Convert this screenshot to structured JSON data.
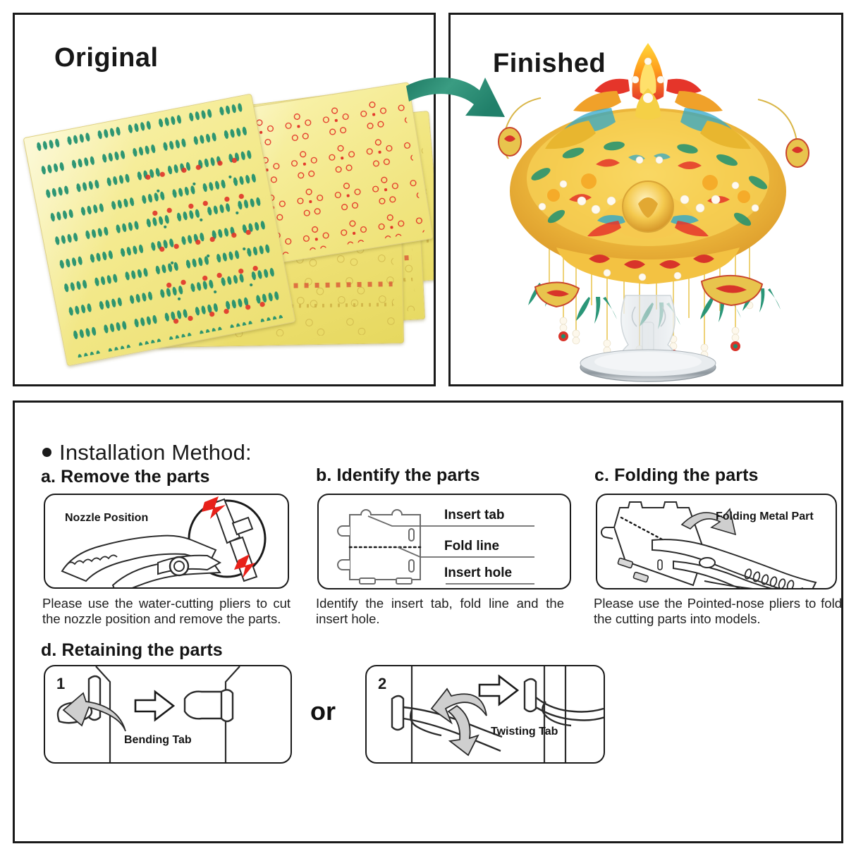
{
  "panels": {
    "original": {
      "title": "Original"
    },
    "finished": {
      "title": "Finished"
    }
  },
  "arrow": {
    "name": "transition-arrow",
    "color": "#2e8b72"
  },
  "instructions": {
    "heading": "Installation Method:",
    "steps": [
      {
        "id": "a",
        "title": "a. Remove the parts",
        "diagram_label": "Nozzle Position",
        "caption": "Please use the water-cutting pliers to cut the nozzle position and remove the parts."
      },
      {
        "id": "b",
        "title": "b. Identify the parts",
        "labels": [
          "Insert tab",
          "Fold line",
          "Insert hole"
        ],
        "caption": "Identify the insert tab, fold line and the insert hole."
      },
      {
        "id": "c",
        "title": "c. Folding the parts",
        "diagram_label": "Folding Metal Part",
        "caption": "Please use the Pointed-nose pliers to fold the cutting parts into models."
      },
      {
        "id": "d",
        "title": "d. Retaining the parts",
        "options": [
          {
            "number": "1",
            "label": "Bending Tab"
          },
          {
            "number": "2",
            "label": "Twisting Tab"
          }
        ],
        "separator": "or"
      }
    ]
  },
  "colors": {
    "ink": "#1a1a1a",
    "accent_green": "#2e8b72",
    "warning_red": "#e8211a",
    "sheet_gold": "#f2e680",
    "motif_red": "#e0342a",
    "motif_green": "#1d8f6e"
  }
}
